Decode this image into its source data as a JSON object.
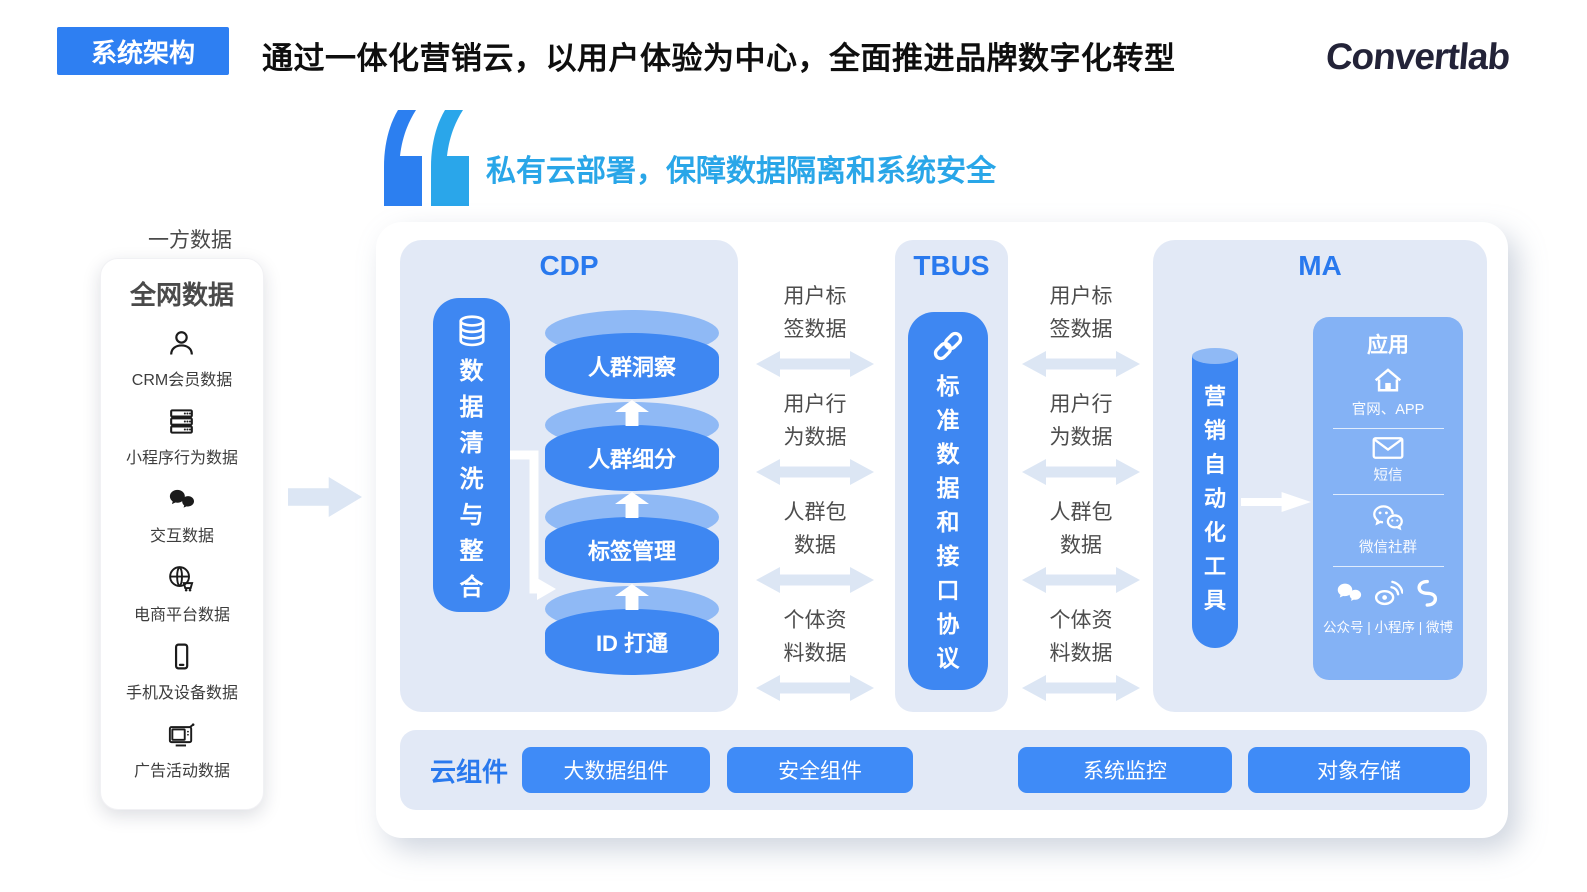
{
  "header": {
    "badge": "系统架构",
    "title": "通过一体化营销云，以用户体验为中心，全面推进品牌数字化转型",
    "logo": "Convertlab"
  },
  "quote": {
    "text": "私有云部署，保障数据隔离和系统安全"
  },
  "left": {
    "top_label": "一方数据",
    "card_title": "全网数据",
    "items": [
      {
        "icon": "user-icon",
        "label": "CRM会员数据"
      },
      {
        "icon": "server-icon",
        "label": "小程序行为数据"
      },
      {
        "icon": "chat-icon",
        "label": "交互数据"
      },
      {
        "icon": "globe-cart-icon",
        "label": "电商平台数据"
      },
      {
        "icon": "phone-icon",
        "label": "手机及设备数据"
      },
      {
        "icon": "tv-icon",
        "label": "广告活动数据"
      }
    ]
  },
  "cdp": {
    "heading": "CDP",
    "pill": "数据清洗与整合",
    "cylinders": [
      "人群洞察",
      "人群细分",
      "标签管理",
      "ID 打通"
    ]
  },
  "tbus": {
    "heading": "TBUS",
    "pill": "标准数据和接口协议"
  },
  "ma": {
    "heading": "MA",
    "cylinder": "营销自动化工具",
    "app": {
      "title": "应用",
      "channels": [
        {
          "icon": "home-icon",
          "label": "官网、APP"
        },
        {
          "icon": "mail-icon",
          "label": "短信"
        },
        {
          "icon": "wechat-icon",
          "label": "微信社群"
        }
      ],
      "social_icons": [
        "chat-bubbles-icon",
        "weibo-icon",
        "miniprogram-icon"
      ],
      "social_caption": "公众号 | 小程序 | 微博"
    }
  },
  "flows": [
    {
      "line1": "用户标",
      "line2": "签数据"
    },
    {
      "line1": "用户行",
      "line2": "为数据"
    },
    {
      "line1": "人群包",
      "line2": "数据"
    },
    {
      "line1": "个体资",
      "line2": "料数据"
    }
  ],
  "cloud": {
    "label": "云组件",
    "buttons": [
      "大数据组件",
      "安全组件",
      "系统监控",
      "对象存储"
    ]
  },
  "colors": {
    "accent": "#3E87F2",
    "panel": "#E2E9F6",
    "rim": "#8FB9F5",
    "app_box": "#84B2F5",
    "heading_blue": "#2979EE",
    "badge": "#2E7FF2",
    "quote_text": "#29A6E8",
    "quote_dark": "#2C7FF0",
    "quote_light": "#2AA6EA",
    "flow_arrow": "#DCE6F4"
  }
}
